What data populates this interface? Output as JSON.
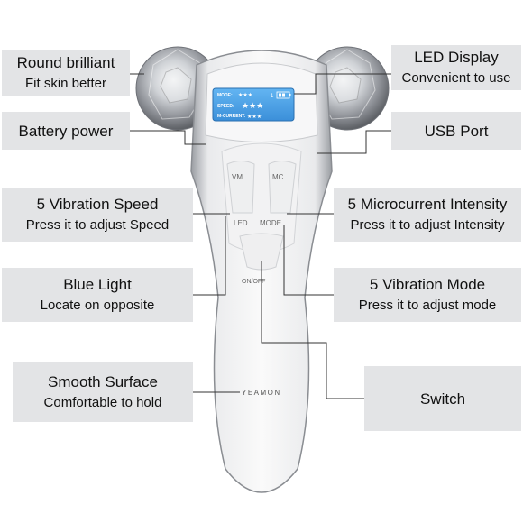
{
  "labels": {
    "round_brilliant": {
      "title": "Round brilliant",
      "subtitle": "Fit skin better"
    },
    "battery_power": {
      "title": "Battery power"
    },
    "vibration_speed": {
      "title": "5 Vibration Speed",
      "subtitle": "Press it to adjust Speed"
    },
    "blue_light": {
      "title": "Blue Light",
      "subtitle": "Locate on opposite"
    },
    "smooth_surface": {
      "title": "Smooth Surface",
      "subtitle": "Comfortable to hold"
    },
    "led_display": {
      "title": "LED Display",
      "subtitle": "Convenient to use"
    },
    "usb_port": {
      "title": "USB Port"
    },
    "microcurrent": {
      "title": "5 Microcurrent Intensity",
      "subtitle": "Press it to adjust Intensity"
    },
    "vibration_mode": {
      "title": "5 Vibration Mode",
      "subtitle": "Press it to adjust mode"
    },
    "switch": {
      "title": "Switch"
    }
  },
  "device": {
    "screen": {
      "mode_label": "MODE:",
      "mode_value": "★★★",
      "speed_label": "SPEED:",
      "speed_value": "★★★",
      "current_label": "M-CURRENT:",
      "current_value": "★★★",
      "battery_digit": "1"
    },
    "buttons": {
      "vm": "VM",
      "mc": "MC",
      "led": "LED",
      "mode": "MODE",
      "on_off": "ON/OFF"
    },
    "brand": "YEAMON"
  },
  "colors": {
    "label_bg": "#e3e4e6",
    "screen": "#4aa3e8",
    "body": "#f4f4f5",
    "chrome": "#b9bcc2"
  }
}
